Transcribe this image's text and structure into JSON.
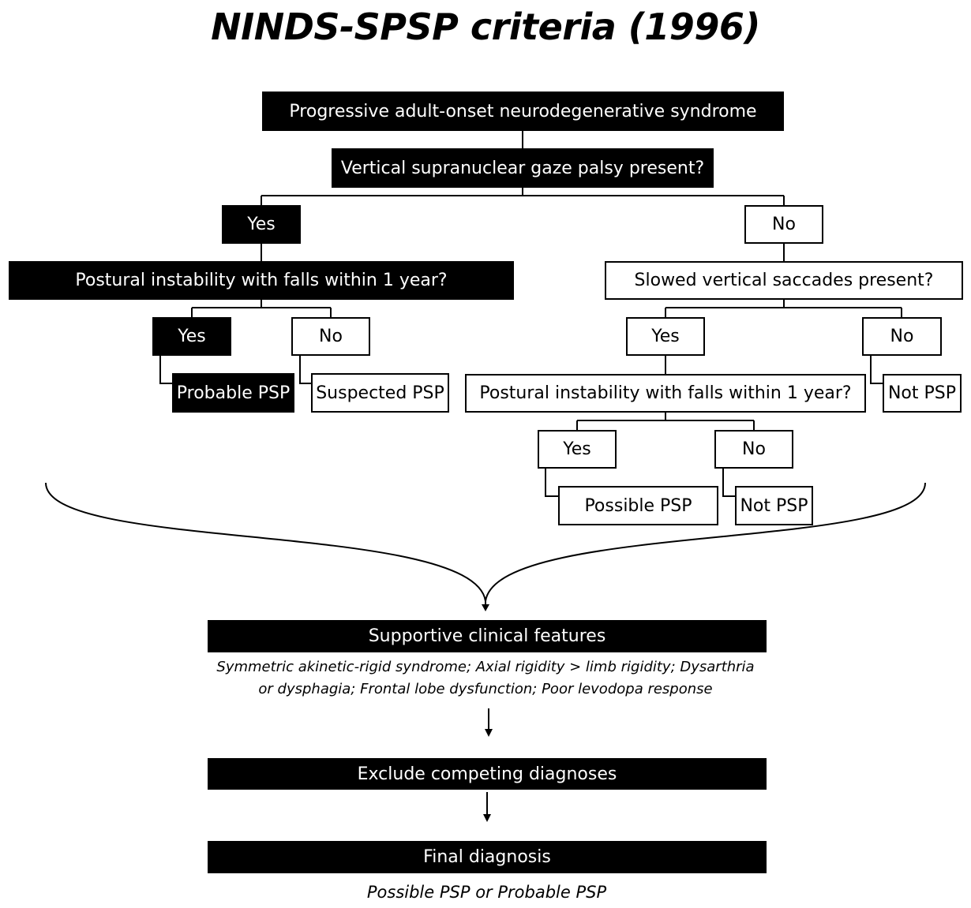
{
  "title": "NINDS-SPSP criteria (1996)",
  "nodes": {
    "root": "Progressive adult-onset neurodegenerative syndrome",
    "gaze": "Vertical supranuclear gaze palsy present?",
    "yes_gaze": "Yes",
    "no_gaze": "No",
    "postural_left": "Postural instability with falls within 1 year?",
    "saccades": "Slowed vertical saccades present?",
    "yes_postural_left": "Yes",
    "no_postural_left": "No",
    "probable": "Probable PSP",
    "suspected": "Suspected PSP",
    "yes_saccades": "Yes",
    "no_saccades": "No",
    "postural_right": "Postural instability with falls within 1 year?",
    "not_psp_saccades": "Not PSP",
    "yes_postural_right": "Yes",
    "no_postural_right": "No",
    "possible": "Possible PSP",
    "not_psp_postural": "Not PSP",
    "supportive": "Supportive clinical features",
    "supportive_note_line1": "Symmetric akinetic-rigid syndrome; Axial rigidity > limb rigidity;  Dysarthria",
    "supportive_note_line2": "or dysphagia; Frontal lobe dysfunction; Poor levodopa response",
    "exclude": "Exclude competing diagnoses",
    "final": "Final diagnosis",
    "final_note": "Possible PSP or Probable PSP"
  }
}
